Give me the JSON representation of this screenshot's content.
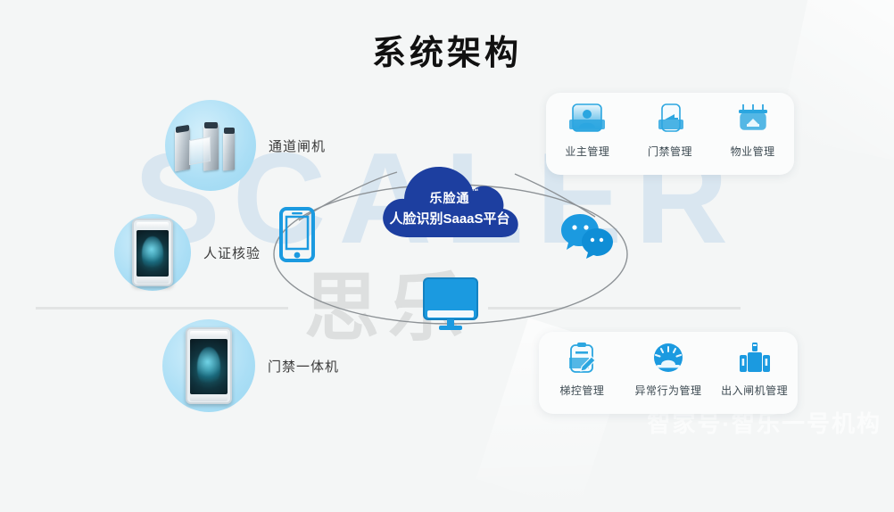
{
  "page": {
    "title": "系统架构",
    "background_color": "#f4f6f6",
    "accent_color": "#1b9ae0",
    "cloud_color": "#1d3fa0"
  },
  "watermarks": {
    "brand_latin": "SCALER",
    "brand_cn": "思乐",
    "corner": "智家号·智乐一号机构"
  },
  "center": {
    "cloud": {
      "name": "乐脸通",
      "trademark": "™",
      "subtitle": "人脸识别SaaaS平台"
    },
    "nodes": [
      {
        "icon": "smartphone-icon",
        "label": ""
      },
      {
        "icon": "wechat-icon",
        "label": ""
      },
      {
        "icon": "monitor-icon",
        "label": ""
      }
    ]
  },
  "devices": [
    {
      "id": "gate",
      "label": "通道闸机",
      "icon": "turnstile-photo"
    },
    {
      "id": "id",
      "label": "人证核验",
      "icon": "id-terminal-photo"
    },
    {
      "id": "access",
      "label": "门禁一体机",
      "icon": "access-terminal-photo"
    }
  ],
  "cards": {
    "top": {
      "items": [
        {
          "label": "业主管理",
          "icon": "owner-card-icon"
        },
        {
          "label": "门禁管理",
          "icon": "door-access-icon"
        },
        {
          "label": "物业管理",
          "icon": "property-building-icon"
        }
      ]
    },
    "bottom": {
      "items": [
        {
          "label": "梯控管理",
          "icon": "clipboard-pen-icon"
        },
        {
          "label": "异常行为管理",
          "icon": "alarm-siren-icon"
        },
        {
          "label": "出入闸机管理",
          "icon": "gate-machine-icon"
        }
      ]
    }
  }
}
